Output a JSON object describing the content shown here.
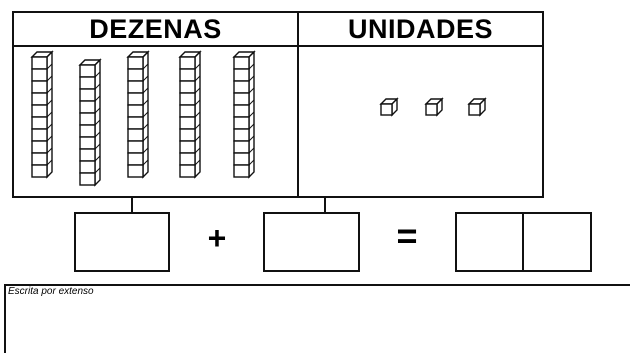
{
  "worksheet": {
    "tens_header": "DEZENAS",
    "units_header": "UNIDADES",
    "tens_rod_count": 5,
    "unit_cube_count": 3,
    "plus_symbol": "+",
    "equals_symbol": "=",
    "extenso_label": "Escrita por extenso"
  }
}
